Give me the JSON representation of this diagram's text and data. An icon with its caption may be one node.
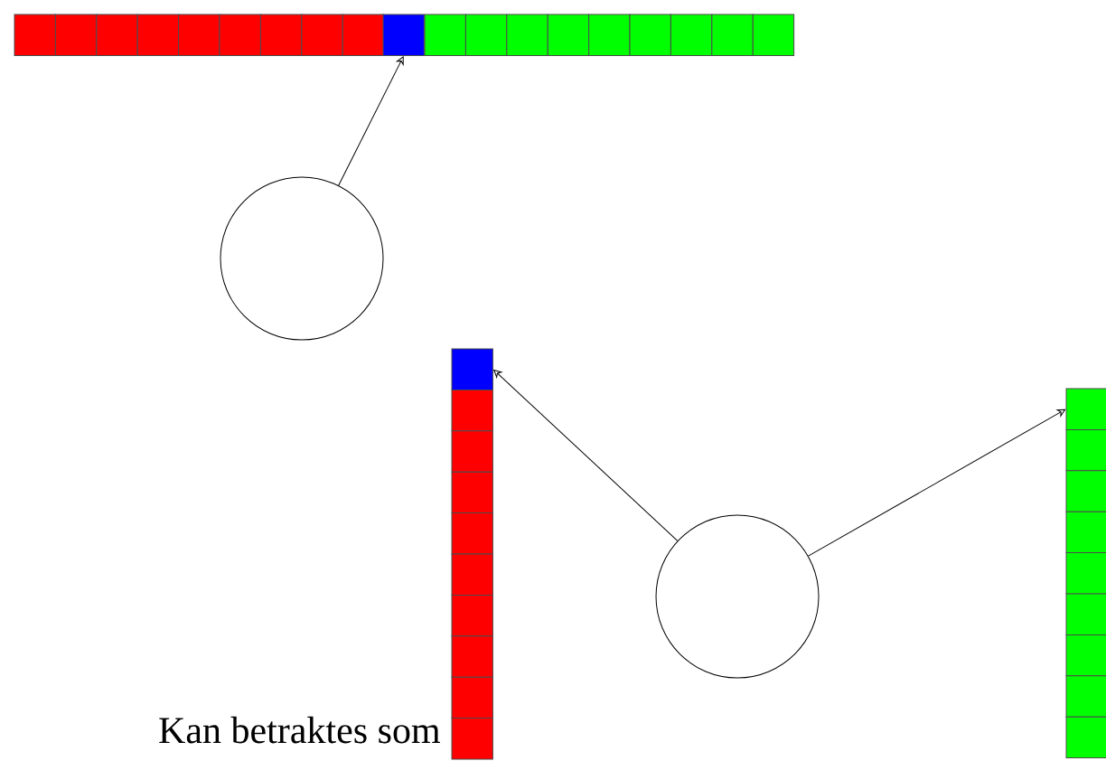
{
  "diagram": {
    "nodes": [
      {
        "text": [],
        "shape": "box"
      },
      {
        "text": [],
        "shape": "circle"
      },
      {
        "text": [],
        "shape": "box"
      },
      {
        "text": [],
        "shape": "circle"
      },
      {
        "text": [],
        "shape": "box"
      }
    ],
    "edges": [
      {
        "from": 1,
        "to": 0,
        "arrow": "to"
      },
      {
        "from": 3,
        "to": 2,
        "arrow": "to"
      },
      {
        "from": 3,
        "to": 4,
        "arrow": "to"
      }
    ],
    "labels": [
      "Kan betraktes som"
    ]
  }
}
